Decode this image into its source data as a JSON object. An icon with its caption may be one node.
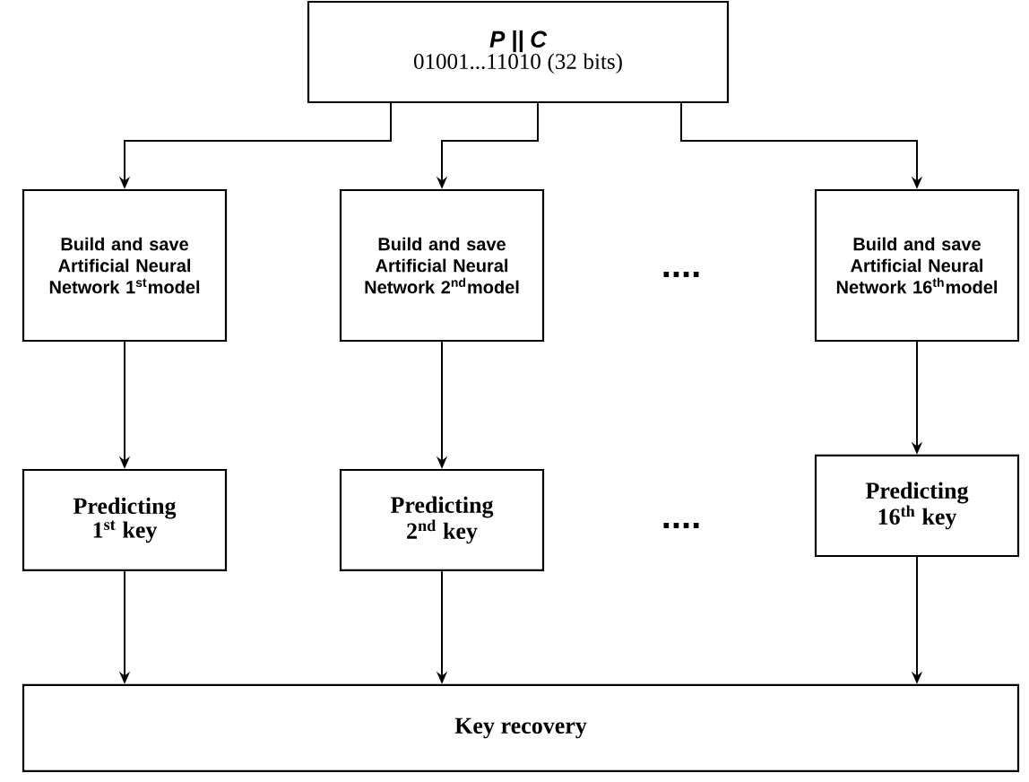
{
  "diagram": {
    "nodes": [
      {
        "text": [
          "P || C",
          "01001...11010 (32 bits)"
        ]
      },
      {
        "text": [
          "Build and save Artificial Neural Network 1$^{st}$model"
        ]
      },
      {
        "text": [
          "Build and save Artificial Neural Network 2$^{nd}$model"
        ]
      },
      {
        "text": [
          "Build and save Artificial Neural Network 16$^{th}$model"
        ]
      },
      {
        "text": [
          "Predicting 1$^{st}$ key"
        ]
      },
      {
        "text": [
          "Predicting 2$^{nd}$ key"
        ]
      },
      {
        "text": [
          "Predicting 16$^{th}$ key"
        ]
      },
      {
        "text": [
          "Key recovery"
        ]
      }
    ],
    "edges": [
      {
        "from": 0,
        "to": 1,
        "arrow": "to"
      },
      {
        "from": 0,
        "to": 2,
        "arrow": "to"
      },
      {
        "from": 0,
        "to": 3,
        "arrow": "to"
      },
      {
        "from": 1,
        "to": 4,
        "arrow": "to"
      },
      {
        "from": 2,
        "to": 5,
        "arrow": "to"
      },
      {
        "from": 3,
        "to": 6,
        "arrow": "to"
      },
      {
        "from": 4,
        "to": 7,
        "arrow": "to"
      },
      {
        "from": 5,
        "to": 7,
        "arrow": "to"
      },
      {
        "from": 6,
        "to": 7,
        "arrow": "to"
      }
    ],
    "labels": [
      "....",
      "...."
    ]
  }
}
